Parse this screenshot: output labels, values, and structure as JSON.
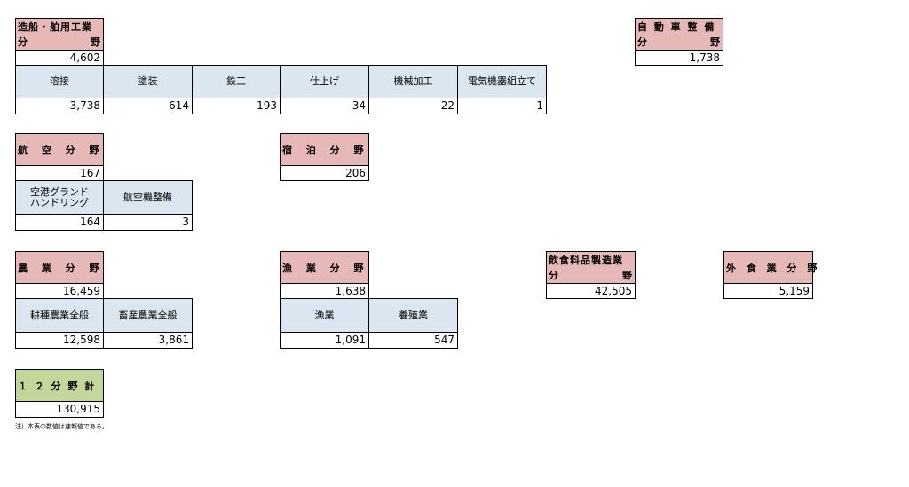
{
  "shipbuilding": {
    "title_line1": "造船・舶用工業",
    "title_line2a": "分",
    "title_line2b": "野",
    "total": "4,602",
    "subs": [
      {
        "label": "溶接",
        "value": "3,738"
      },
      {
        "label": "塗装",
        "value": "614"
      },
      {
        "label": "鉄工",
        "value": "193"
      },
      {
        "label": "仕上げ",
        "value": "34"
      },
      {
        "label": "機械加工",
        "value": "22"
      },
      {
        "label": "電気機器組立て",
        "value": "1"
      }
    ]
  },
  "auto_maintenance": {
    "title_line1": "自 動 車 整 備",
    "title_line2a": "分",
    "title_line2b": "野",
    "total": "1,738"
  },
  "aviation": {
    "title": "航 空 分 野",
    "total": "167",
    "subs": [
      {
        "label": "空港グランド\nハンドリング",
        "value": "164"
      },
      {
        "label": "航空機整備",
        "value": "3"
      }
    ]
  },
  "accommodation": {
    "title": "宿 泊 分 野",
    "total": "206"
  },
  "agriculture": {
    "title": "農 業 分 野",
    "total": "16,459",
    "subs": [
      {
        "label": "耕種農業全般",
        "value": "12,598"
      },
      {
        "label": "畜産農業全般",
        "value": "3,861"
      }
    ]
  },
  "fishery": {
    "title": "漁 業 分 野",
    "total": "1,638",
    "subs": [
      {
        "label": "漁業",
        "value": "1,091"
      },
      {
        "label": "養殖業",
        "value": "547"
      }
    ]
  },
  "food_manufacturing": {
    "title_line1": "飲食料品製造業",
    "title_line2a": "分",
    "title_line2b": "野",
    "total": "42,505"
  },
  "food_service": {
    "title": "外 食 業 分 野",
    "total": "5,159"
  },
  "total_12": {
    "title": "１ ２ 分 野 計",
    "total": "130,915"
  },
  "note": "注）本表の数値は速報値である。"
}
